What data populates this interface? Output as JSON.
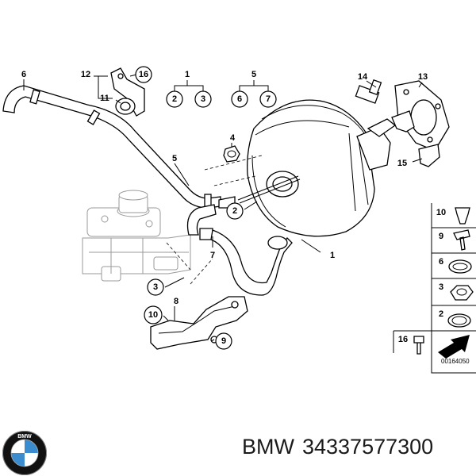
{
  "callouts": {
    "c1": "1",
    "c2": "2",
    "c3": "3",
    "c4": "4",
    "c5": "5",
    "c6": "6",
    "c7": "7",
    "c8": "8",
    "c9": "9",
    "c10": "10",
    "c11": "11",
    "c12": "12",
    "c13": "13",
    "c14": "14",
    "c15": "15",
    "c16": "16"
  },
  "legend": [
    "10",
    "9",
    "6",
    "3",
    "2",
    "16"
  ],
  "drawing_number": "00164050",
  "brand": "BMW",
  "part_number": "34337577300",
  "logo_letters": "BMW",
  "colors": {
    "logo_blue": "#3a8ccf",
    "line": "#000000",
    "ghost": "#9a9a9a"
  }
}
